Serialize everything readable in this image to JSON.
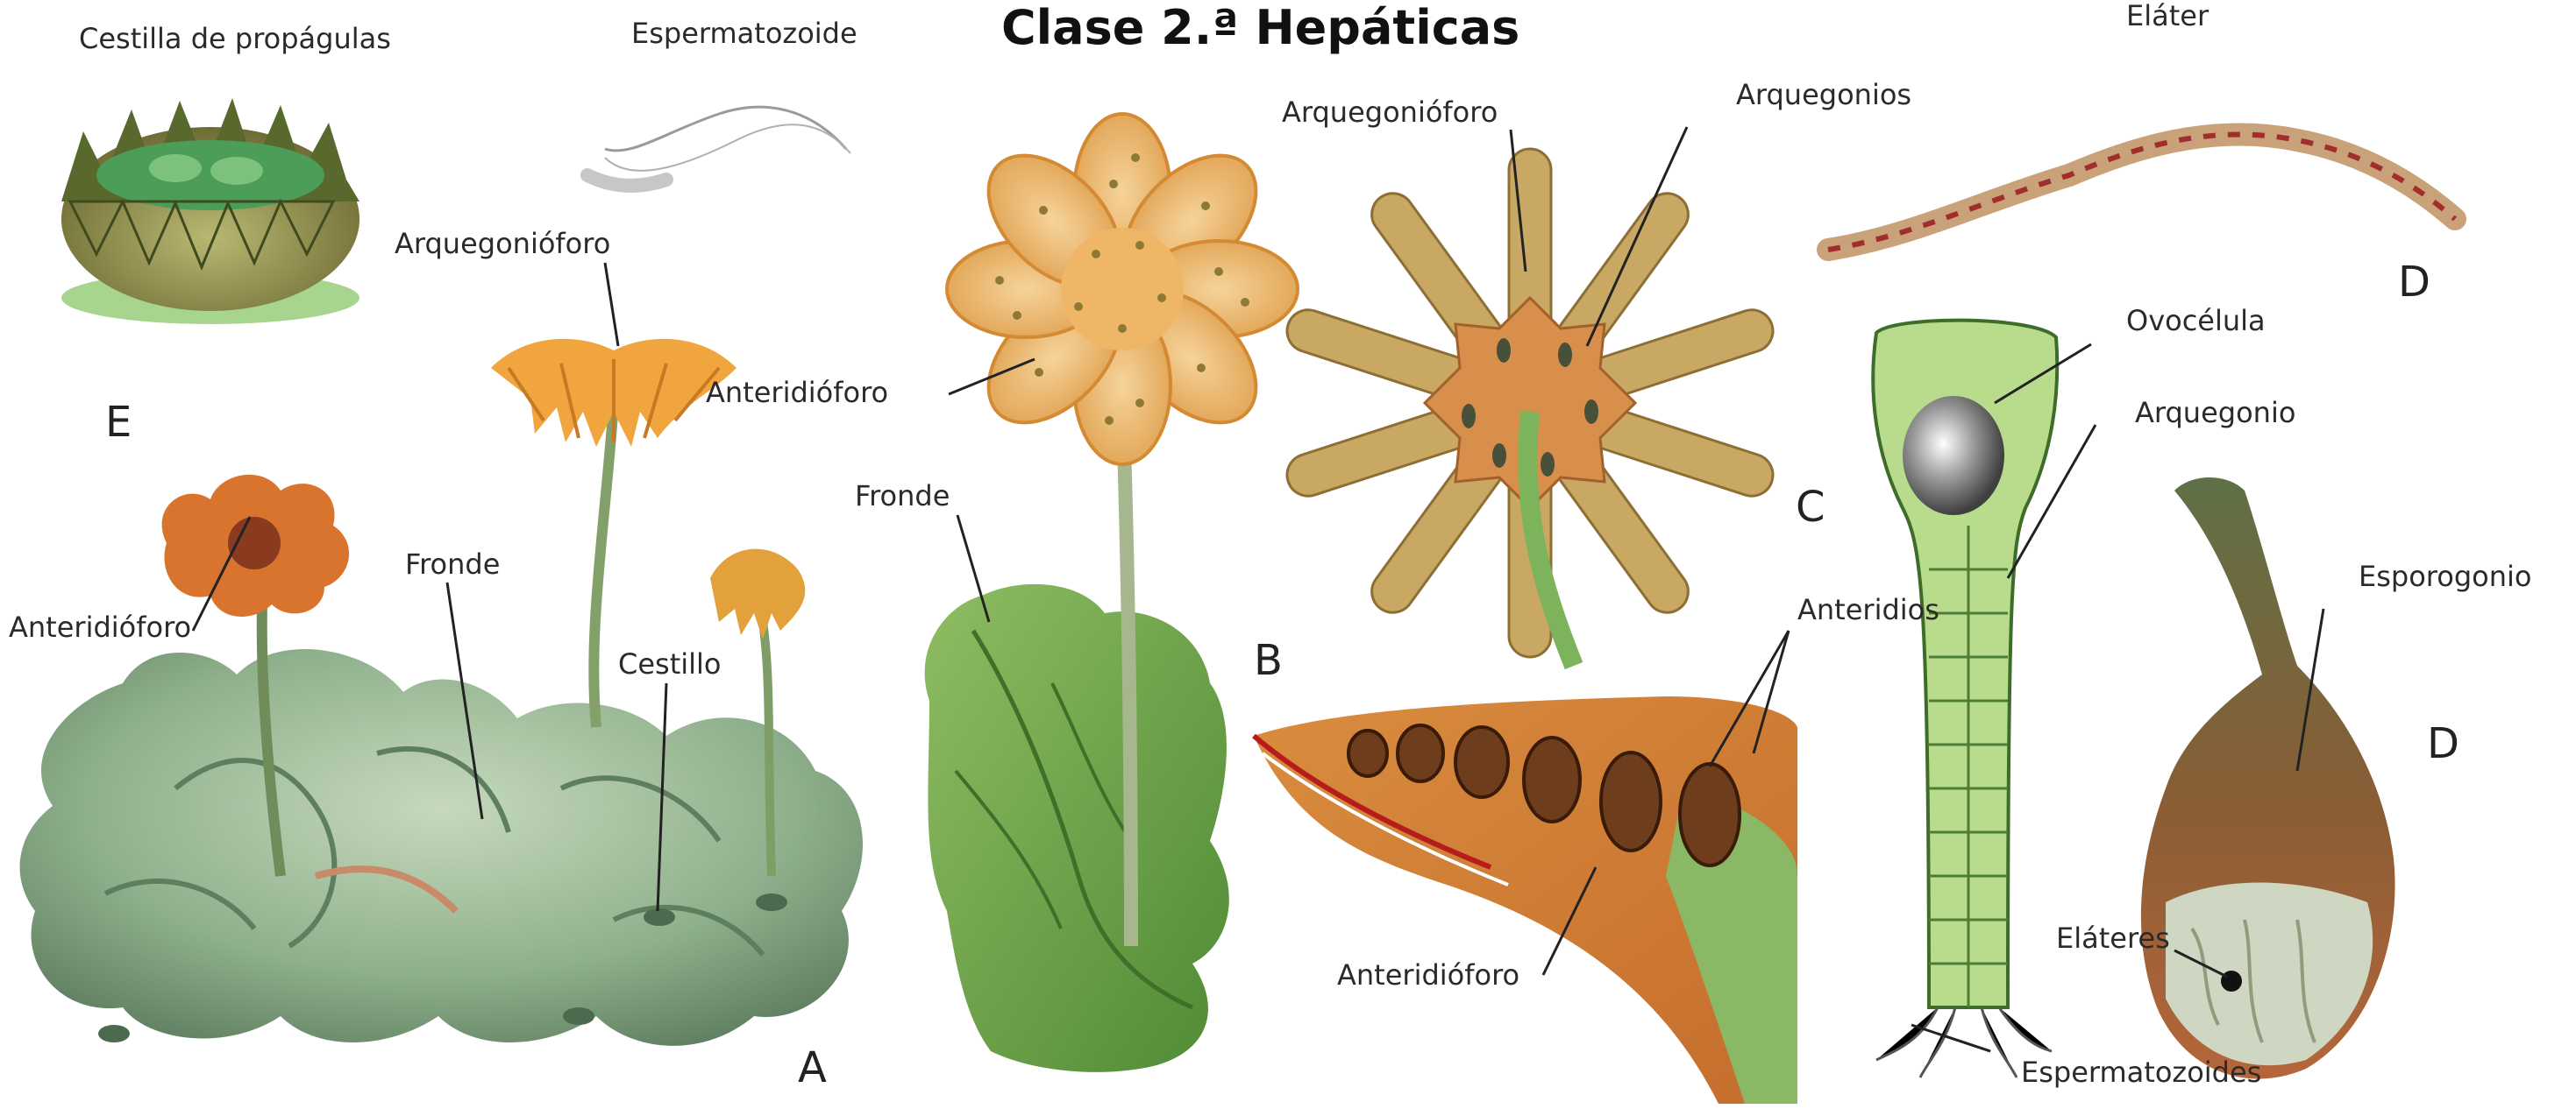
{
  "title": "Clase 2.ª Hepáticas",
  "labels": {
    "cestilla_propagulas": "Cestilla de propágulas",
    "espermatozoide": "Espermatozoide",
    "arquegonioforo_a": "Arquegonióforo",
    "anteridioforo_a": "Anteridióforo",
    "fronde_a": "Fronde",
    "cestillo": "Cestillo",
    "anteridioforo_b": "Anteridióforo",
    "fronde_b": "Fronde",
    "arquegonioforo_c": "Arquegonióforo",
    "arquegonios": "Arquegonios",
    "anteridios": "Anteridios",
    "anteridioforo_section": "Anteridióforo",
    "elater": "Eláter",
    "ovocelula": "Ovocélula",
    "arquegonio": "Arquegonio",
    "esporogonio": "Esporogonio",
    "elateres": "Eláteres",
    "espermatozoides": "Espermatozoides"
  },
  "letters": {
    "e": "E",
    "a": "A",
    "b": "B",
    "c": "C",
    "d_top": "D",
    "d_bottom": "D"
  }
}
